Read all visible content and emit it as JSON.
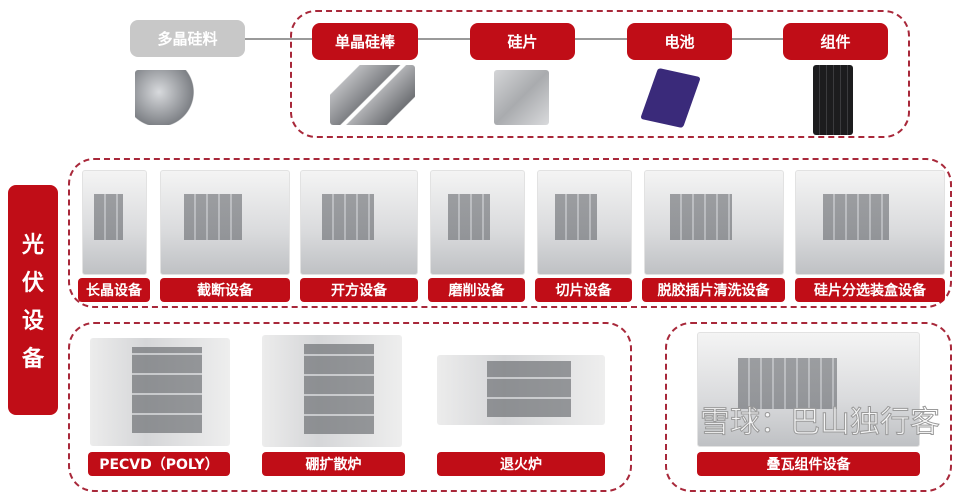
{
  "chain": {
    "raw": "多晶硅料",
    "stages": [
      "单晶硅棒",
      "硅片",
      "电池",
      "组件"
    ]
  },
  "side_label": [
    "光",
    "伏",
    "设",
    "备"
  ],
  "row1": [
    "长晶设备",
    "截断设备",
    "开方设备",
    "磨削设备",
    "切片设备",
    "脱胶插片清洗设备",
    "硅片分选装盒设备"
  ],
  "row2": [
    "PECVD（POLY）",
    "硼扩散炉",
    "退火炉"
  ],
  "row3": [
    "叠瓦组件设备"
  ],
  "watermark": "雪球：巴山独行客",
  "colors": {
    "accent": "#c00d17",
    "dash": "#a8283a",
    "gray": "#c8c8c8"
  }
}
